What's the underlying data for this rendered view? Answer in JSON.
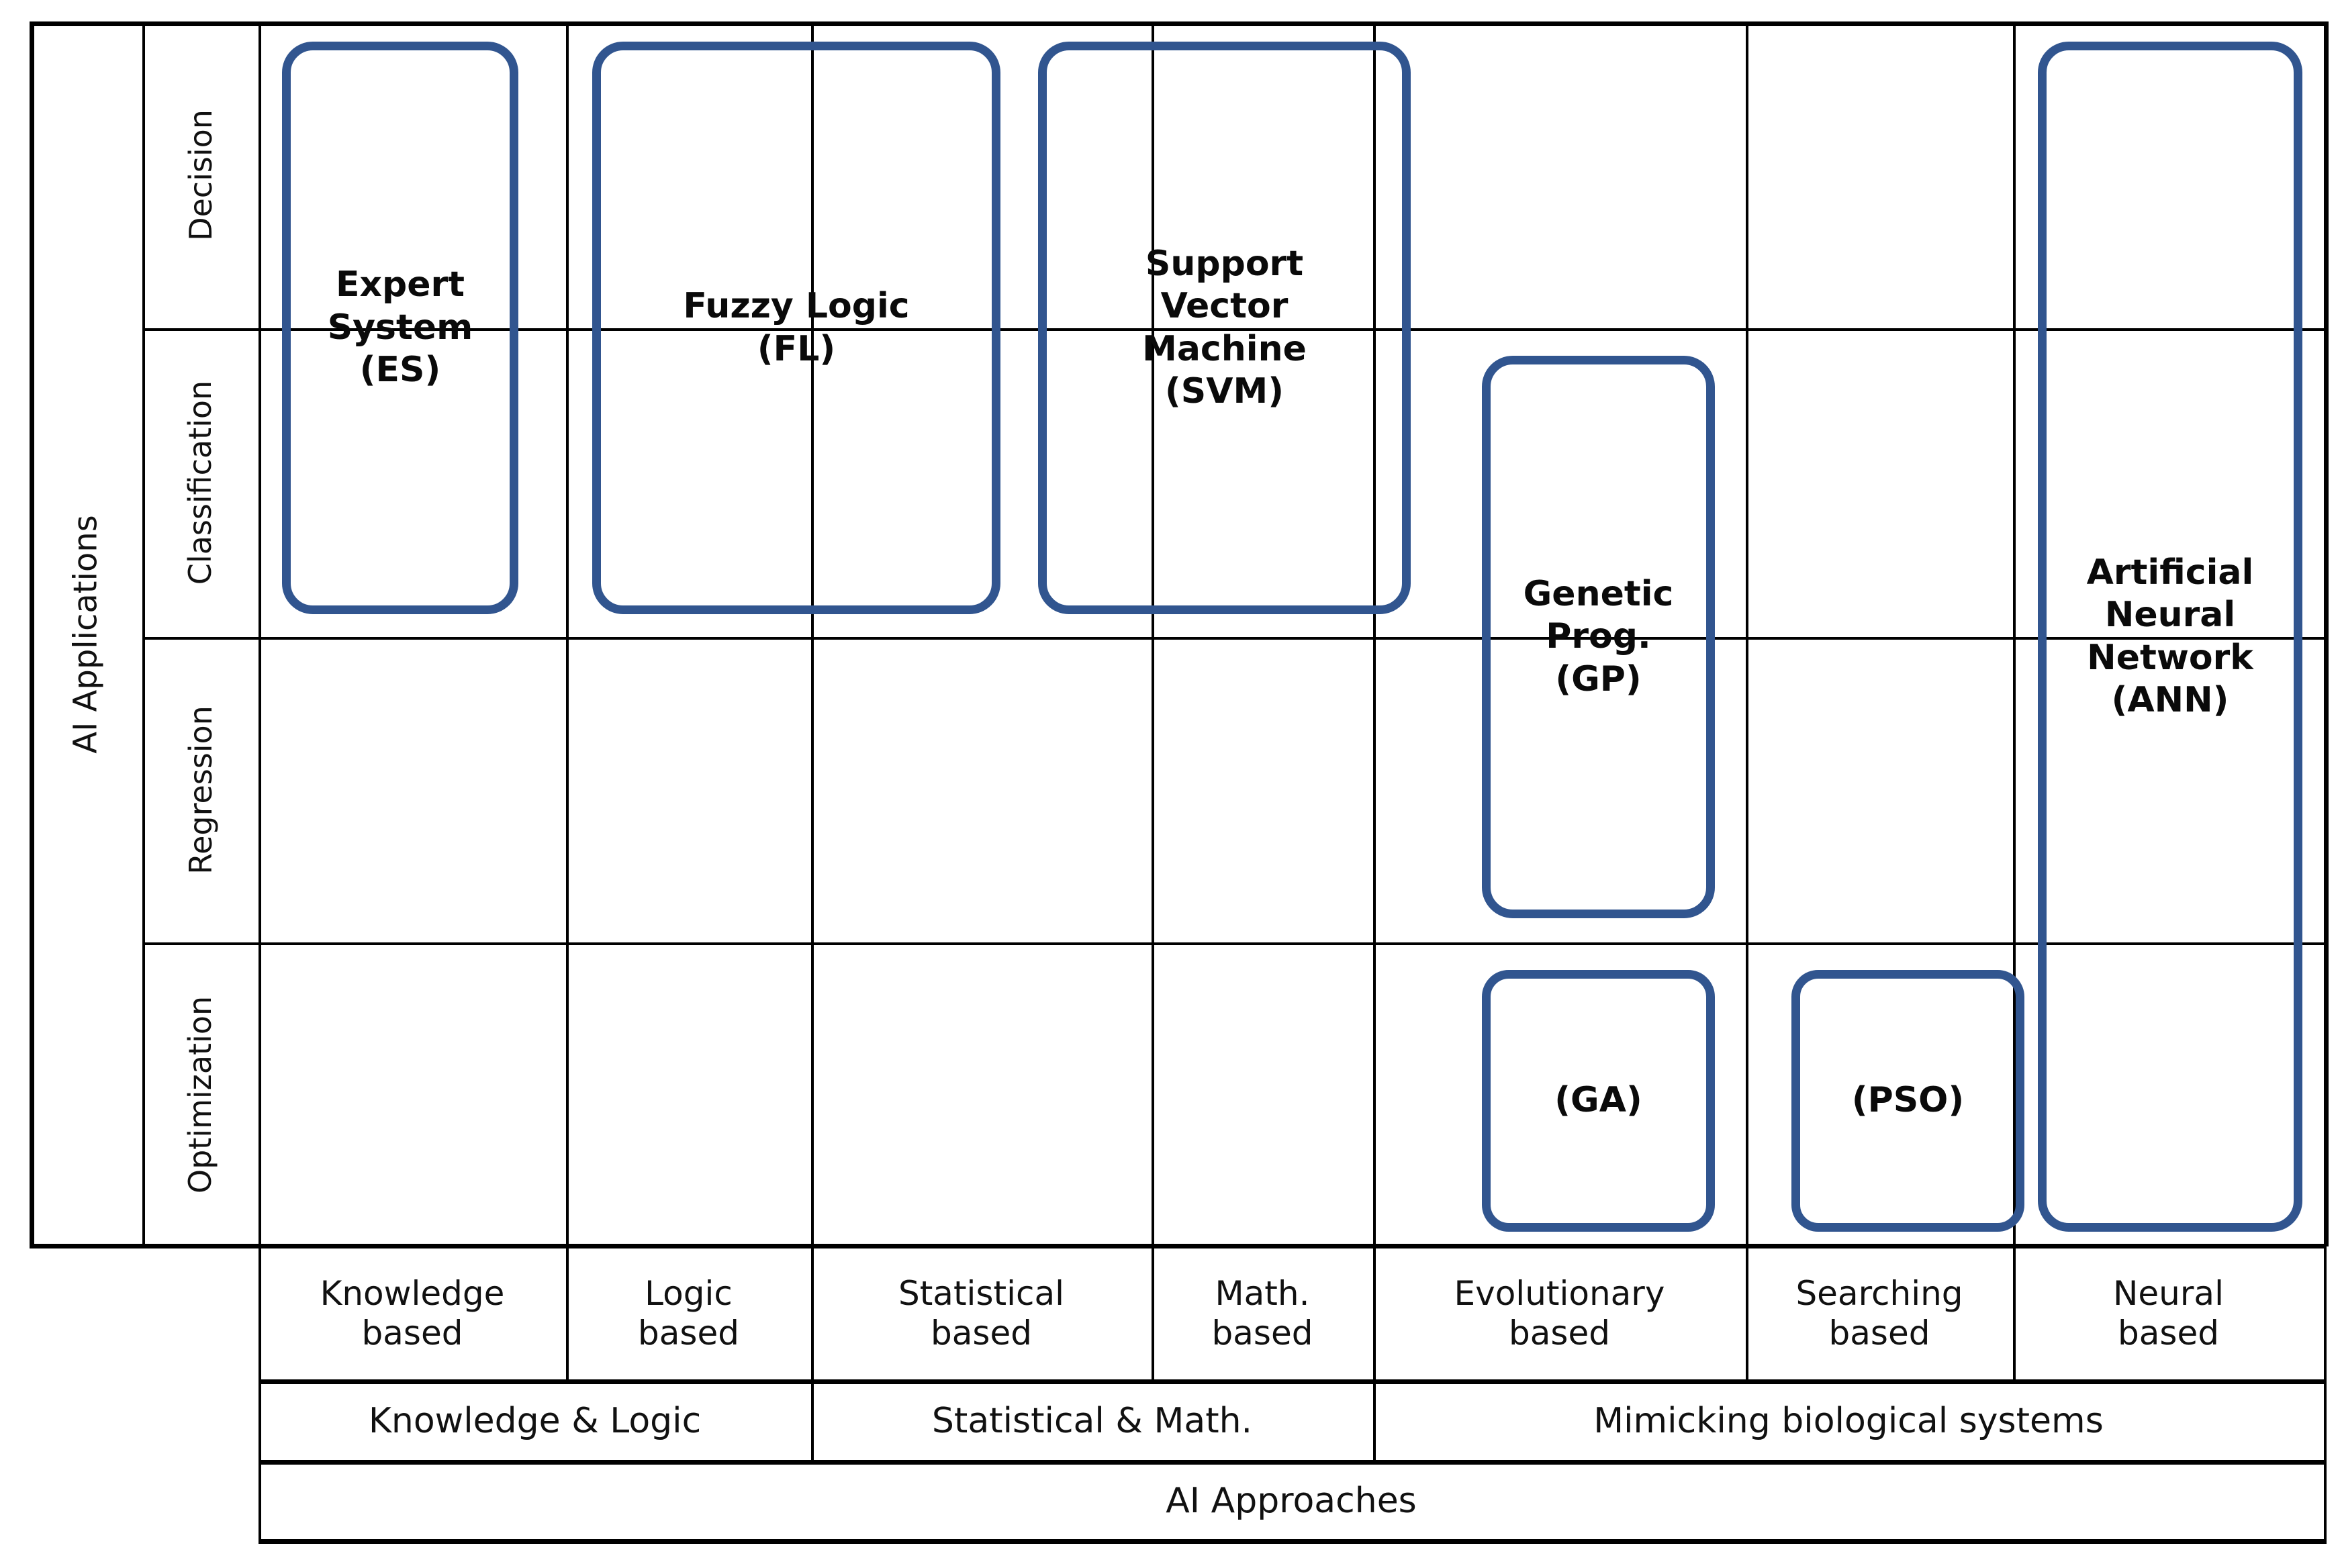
{
  "diagram": {
    "title_hidden": "",
    "accent_color": "#31558F",
    "line_color": "#000000",
    "background": "#ffffff"
  },
  "applications_axis": {
    "label": "AI Applications",
    "rows": [
      {
        "label": "Decision"
      },
      {
        "label": "Classification"
      },
      {
        "label": "Regression"
      },
      {
        "label": "Optimization"
      }
    ]
  },
  "approaches_axis": {
    "label": "AI Approaches",
    "columns": [
      {
        "label": "Knowledge\nbased",
        "line1": "Knowledge",
        "line2": "based"
      },
      {
        "label": "Logic\nbased",
        "line1": "Logic",
        "line2": "based"
      },
      {
        "label": "Statistical\nbased",
        "line1": "Statistical",
        "line2": "based"
      },
      {
        "label": "Math.\nbased",
        "line1": "Math.",
        "line2": "based"
      },
      {
        "label": "Evolutionary\nbased",
        "line1": "Evolutionary",
        "line2": "based"
      },
      {
        "label": "Searching\nbased",
        "line1": "Searching",
        "line2": "based"
      },
      {
        "label": "Neural\nbased",
        "line1": "Neural",
        "line2": "based"
      }
    ],
    "groups": [
      {
        "label": "Knowledge & Logic"
      },
      {
        "label": "Statistical & Math."
      },
      {
        "label": "Mimicking biological systems"
      }
    ]
  },
  "techniques": [
    {
      "id": "expert-system",
      "name": "Expert System (ES)",
      "line1": "Expert",
      "line2": "System",
      "line3": "(ES)",
      "approaches": [
        "Knowledge based"
      ],
      "applications": [
        "Decision",
        "Classification"
      ]
    },
    {
      "id": "fuzzy-logic",
      "name": "Fuzzy Logic (FL)",
      "line1": "Fuzzy Logic",
      "line2": "(FL)",
      "line3": "",
      "approaches": [
        "Logic based",
        "Statistical based"
      ],
      "applications": [
        "Decision",
        "Classification"
      ]
    },
    {
      "id": "support-vector-machine",
      "name": "Support Vector Machine (SVM)",
      "line1": "Support",
      "line2": "Vector",
      "line3": "Machine",
      "line4": "(SVM)",
      "approaches": [
        "Statistical based",
        "Math. based"
      ],
      "applications": [
        "Decision",
        "Classification"
      ]
    },
    {
      "id": "genetic-programming",
      "name": "Genetic Prog. (GP)",
      "line1": "Genetic",
      "line2": "Prog.",
      "line3": "(GP)",
      "approaches": [
        "Evolutionary based"
      ],
      "applications": [
        "Classification",
        "Regression"
      ]
    },
    {
      "id": "genetic-algorithm",
      "name": "(GA)",
      "line1": "(GA)",
      "approaches": [
        "Evolutionary based"
      ],
      "applications": [
        "Optimization"
      ]
    },
    {
      "id": "particle-swarm-optimization",
      "name": "(PSO)",
      "line1": "(PSO)",
      "approaches": [
        "Searching based"
      ],
      "applications": [
        "Optimization"
      ]
    },
    {
      "id": "artificial-neural-network",
      "name": "Artificial Neural Network (ANN)",
      "line1": "Artificial",
      "line2": "Neural",
      "line3": "Network",
      "line4": "(ANN)",
      "approaches": [
        "Neural based"
      ],
      "applications": [
        "Decision",
        "Classification",
        "Regression",
        "Optimization"
      ]
    }
  ]
}
